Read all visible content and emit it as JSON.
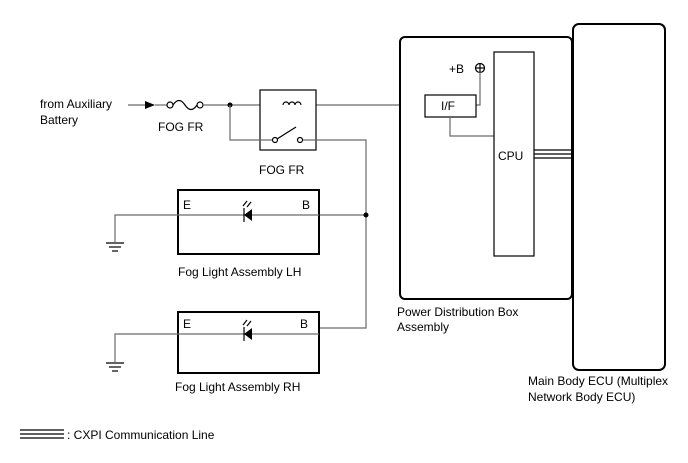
{
  "source": {
    "line1": "from Auxiliary",
    "line2": "Battery"
  },
  "fuse_label": "FOG FR",
  "relay_label": "FOG FR",
  "pdb": {
    "plus_b": "+B",
    "if_label": "I/F",
    "cpu_label": "CPU",
    "caption_line1": "Power Distribution Box",
    "caption_line2": "Assembly"
  },
  "ecu": {
    "caption_line1": "Main Body ECU (Multiplex",
    "caption_line2": "Network Body ECU)"
  },
  "fog_lh": {
    "e": "E",
    "b": "B",
    "caption": "Fog Light Assembly LH"
  },
  "fog_rh": {
    "e": "E",
    "b": "B",
    "caption": "Fog Light Assembly RH"
  },
  "legend": {
    "label": ": CXPI Communication Line"
  }
}
